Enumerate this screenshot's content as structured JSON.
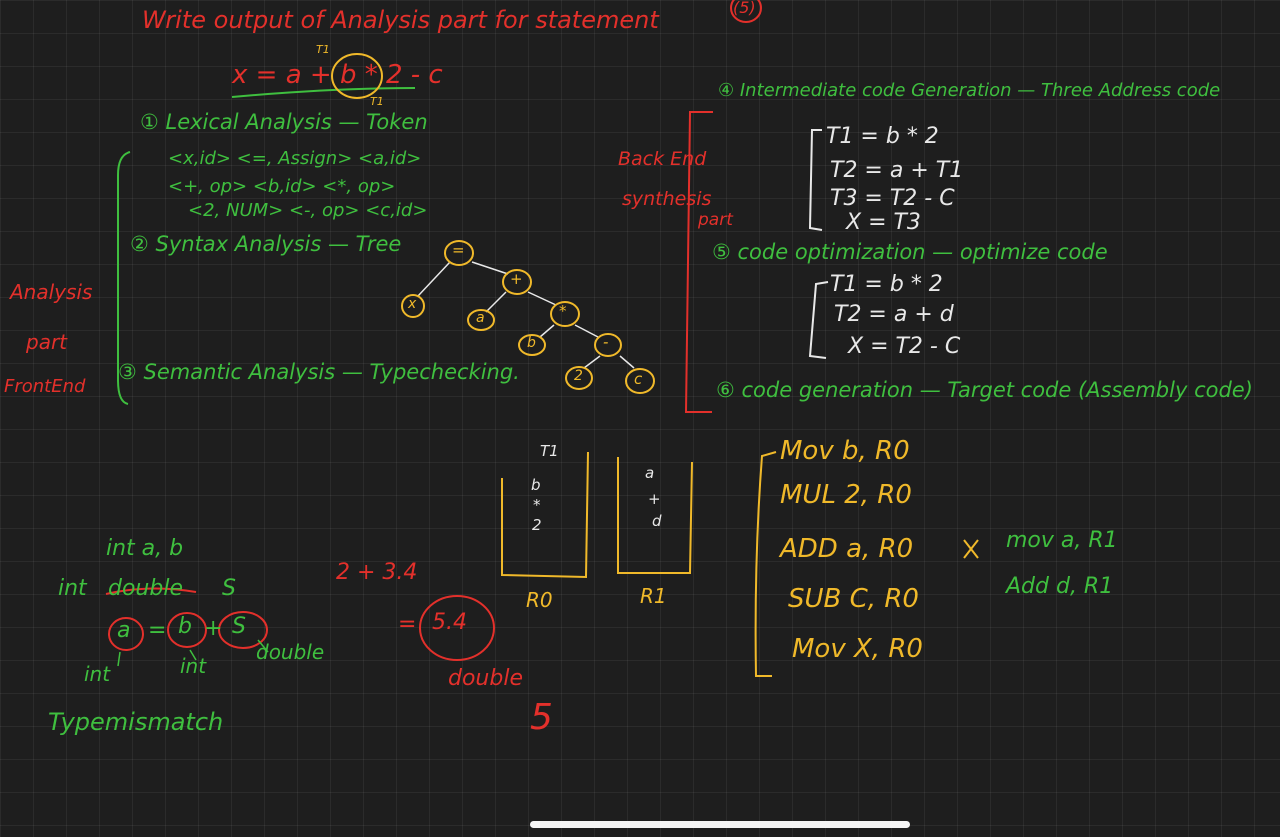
{
  "colors": {
    "red": "#e3302b",
    "green": "#3fbf3f",
    "yellow": "#f0b92a",
    "white": "#e8e8e8",
    "background": "#1e1e1e"
  },
  "title": "Write output of Analysis part for statement",
  "title_num": "(5)",
  "statement": "x = a + b * 2 - c",
  "mark_t1_top": "T1",
  "mark_t1_bottom": "T1",
  "phase1": "① Lexical Analysis — Token",
  "tokens": [
    "<x,id> <=, Assign> <a,id>",
    "<+, op> <b,id> <*, op>",
    "<2, NUM> <-, op> <c,id>"
  ],
  "phase2": "② Syntax Analysis — Tree",
  "tree": {
    "root": "=",
    "x": "x",
    "plus": "+",
    "a": "a",
    "star": "*",
    "b": "b",
    "minus": "-",
    "two": "2",
    "c": "c"
  },
  "phase3": "③ Semantic Analysis — Typechecking.",
  "analysis_label": [
    "Analysis",
    "part"
  ],
  "frontend_label": "FrontEnd",
  "backend_label": "Back End",
  "synthesis_label": [
    "synthesis",
    "part"
  ],
  "phase4": "④ Intermediate code Generation — Three Address code",
  "tac": [
    "T1 = b * 2",
    "T2 = a + T1",
    "T3 = T2 - C",
    "X = T3"
  ],
  "phase5": "⑤ code optimization — optimize code",
  "opt": [
    "T1 = b * 2",
    "T2 = a + d",
    "X = T2 - C"
  ],
  "phase6": "⑥ code generation — Target code (Assembly code)",
  "registers": {
    "r0_stack": [
      "T1",
      "b",
      "*",
      "2"
    ],
    "r0_label": "R0",
    "r1_stack": [
      "a",
      "+",
      "d"
    ],
    "r1_label": "R1"
  },
  "asm": [
    "Mov b, R0",
    "MUL 2, R0",
    "ADD a, R0",
    "SUB C, R0",
    "Mov X, R0"
  ],
  "asm_side": [
    "mov a, R1",
    "Add d, R1"
  ],
  "type_example": {
    "decl1": "int a, b",
    "decl2_prefix": "int",
    "decl2_struck": "double",
    "decl2_suffix": "S",
    "expr_a": "a",
    "expr_eq": "=",
    "expr_b": "b",
    "expr_plus": "+",
    "expr_s": "S",
    "lbl_int1": "int",
    "lbl_int2": "int",
    "lbl_double": "double",
    "mismatch": "Typemismatch"
  },
  "calc": {
    "expr": "2 + 3.4",
    "result": "5.4",
    "eq": "=",
    "type": "double",
    "final": "5"
  }
}
